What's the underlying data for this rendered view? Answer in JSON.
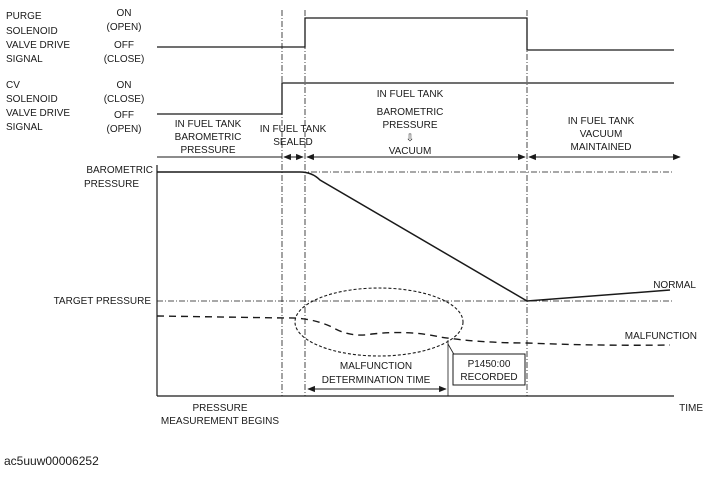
{
  "signals": {
    "purge": {
      "name": [
        "PURGE",
        "SOLENOID",
        "VALVE DRIVE",
        "SIGNAL"
      ],
      "on": [
        "ON",
        "(OPEN)"
      ],
      "off": [
        "OFF",
        "(CLOSE)"
      ]
    },
    "cv": {
      "name": [
        "CV",
        "SOLENOID",
        "VALVE DRIVE",
        "SIGNAL"
      ],
      "on": [
        "ON",
        "(CLOSE)"
      ],
      "off": [
        "OFF",
        "(OPEN)"
      ]
    }
  },
  "phases": {
    "p1": [
      "IN FUEL TANK",
      "BAROMETRIC",
      "PRESSURE"
    ],
    "p2": [
      "IN FUEL TANK",
      "SEALED"
    ],
    "p3_top": "IN FUEL TANK",
    "p3": [
      "BAROMETRIC",
      "PRESSURE",
      "⇩",
      "VACUUM"
    ],
    "p4": [
      "IN FUEL TANK",
      "VACUUM",
      "MAINTAINED"
    ]
  },
  "pressure": {
    "barometric": [
      "BAROMETRIC",
      "PRESSURE"
    ],
    "target": "TARGET PRESSURE",
    "normal": "NORMAL",
    "malfunction": "MALFUNCTION"
  },
  "determination": [
    "MALFUNCTION",
    "DETERMINATION TIME"
  ],
  "dtc_box": [
    "P1450:00",
    "RECORDED"
  ],
  "time_axis": {
    "begins": [
      "PRESSURE",
      "MEASUREMENT BEGINS"
    ],
    "time": "TIME"
  },
  "reference_code": "ac5uuw00006252"
}
